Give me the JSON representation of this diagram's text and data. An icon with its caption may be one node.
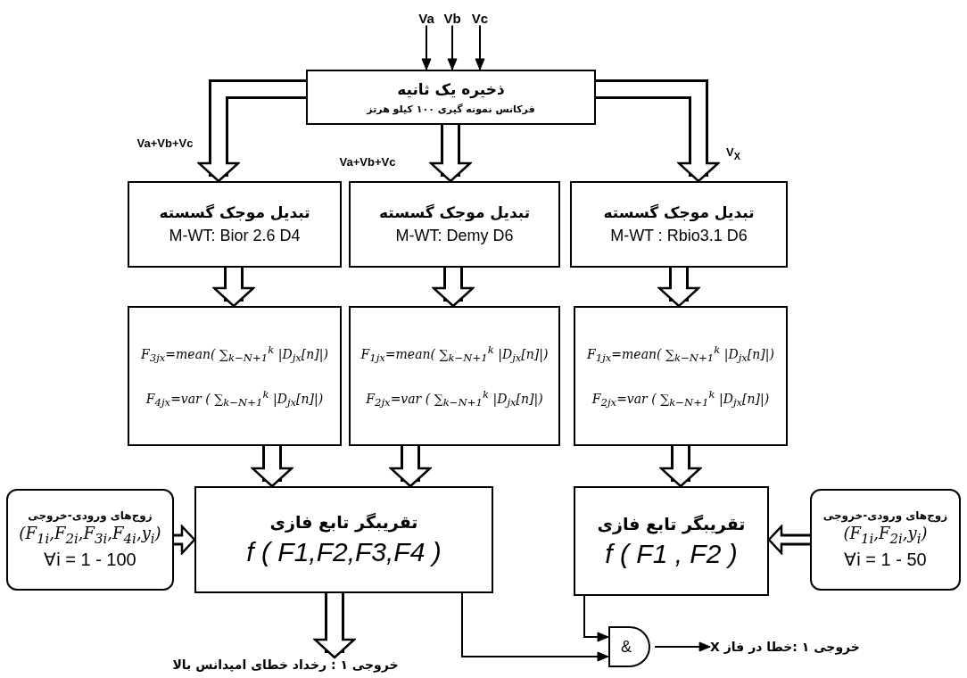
{
  "diagram": {
    "nodes": [
      {
        "text": [
          "Va"
        ]
      },
      {
        "text": [
          "Vb"
        ]
      },
      {
        "text": [
          "Vc"
        ]
      },
      {
        "text": [
          "ذخیره یک ثانیه",
          "فرکانس نمونه گیری ۱۰۰ کیلو هرتز"
        ]
      },
      {
        "text": [
          "تبدیل موجک گسسته",
          "M-WT: Bior 2.6 D4"
        ]
      },
      {
        "text": [
          "تبدیل موجک گسسته",
          "M-WT: Demy D6"
        ]
      },
      {
        "text": [
          "تبدیل موجک گسسته",
          "M-WT : Rbio3.1 D6"
        ]
      },
      {
        "text": [
          "F$_{3jx}$=mean( ∑$_{k−N+1}$$^{k}$ |D$_{jx}$[n]|)",
          "F$_{4jx}$=var ( ∑$_{k−N+1}$$^{k}$ |D$_{jx}$[n]|)"
        ]
      },
      {
        "text": [
          "F$_{1jx}$=mean( ∑$_{k−N+1}$$^{k}$ |D$_{jx}$[n]|)",
          "F$_{2jx}$=var ( ∑$_{k−N+1}$$^{k}$ |D$_{jx}$[n]|)"
        ]
      },
      {
        "text": [
          "F$_{1jx}$=mean( ∑$_{k−N+1}$$^{k}$ |D$_{jx}$[n]|)",
          "F$_{2jx}$=var ( ∑$_{k−N+1}$$^{k}$ |D$_{jx}$[n]|)"
        ]
      },
      {
        "text": [
          "تقریبگر تابع فازی",
          "f ( F1,F2,F3,F4 )"
        ]
      },
      {
        "text": [
          "تقریبگر تابع فازی",
          "f ( F1 , F2 )"
        ]
      },
      {
        "text": [
          "زوج‌های ورودی-خروجی",
          "(F$_{1i}$,F$_{2i}$,F$_{3i}$,F$_{4i}$,y$_{i}$)",
          "∀i = 1 - 100"
        ]
      },
      {
        "text": [
          "زوج‌های ورودی-خروجی",
          "(F$_{1i}$,F$_{2i}$,y$_{i}$)",
          "∀i = 1 - 50"
        ]
      },
      {
        "text": [
          "&"
        ]
      },
      {
        "text": [
          "خروجی ۱ : رخداد خطای امپدانس بالا"
        ]
      },
      {
        "text": [
          "خروجی ۱ :خطا در فاز X"
        ]
      }
    ],
    "edges": [
      {
        "from": 0,
        "to": 3,
        "arrow": "to"
      },
      {
        "from": 1,
        "to": 3,
        "arrow": "to"
      },
      {
        "from": 2,
        "to": 3,
        "arrow": "to"
      },
      {
        "from": 3,
        "to": 4,
        "arrow": "to",
        "label": "Va+Vb+Vc"
      },
      {
        "from": 3,
        "to": 5,
        "arrow": "to",
        "label": "Va+Vb+Vc"
      },
      {
        "from": 3,
        "to": 6,
        "arrow": "to",
        "label": "V$_{X}$"
      },
      {
        "from": 4,
        "to": 7,
        "arrow": "to"
      },
      {
        "from": 5,
        "to": 8,
        "arrow": "to"
      },
      {
        "from": 6,
        "to": 9,
        "arrow": "to"
      },
      {
        "from": 7,
        "to": 10,
        "arrow": "to"
      },
      {
        "from": 8,
        "to": 10,
        "arrow": "to"
      },
      {
        "from": 9,
        "to": 11,
        "arrow": "to"
      },
      {
        "from": 12,
        "to": 10,
        "arrow": "to"
      },
      {
        "from": 13,
        "to": 11,
        "arrow": "to"
      },
      {
        "from": 10,
        "to": 15,
        "arrow": "to"
      },
      {
        "from": 10,
        "to": 14,
        "arrow": "to"
      },
      {
        "from": 11,
        "to": 14,
        "arrow": "to"
      },
      {
        "from": 14,
        "to": 16,
        "arrow": "to"
      }
    ]
  }
}
